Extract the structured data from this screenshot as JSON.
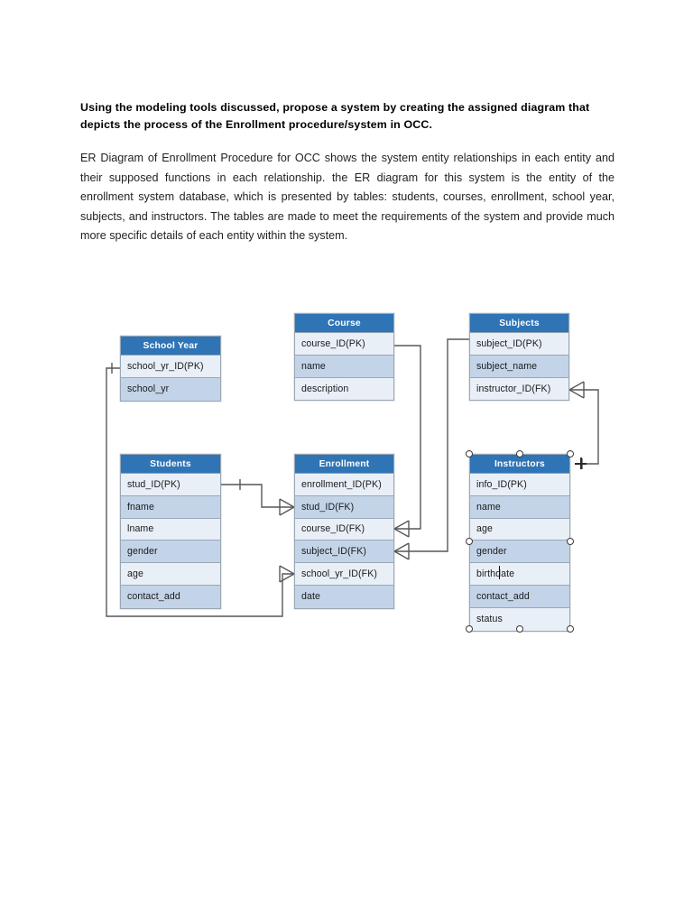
{
  "document": {
    "heading": "Using the modeling tools discussed, propose a system by creating the assigned diagram that depicts the process of the Enrollment procedure/system in OCC.",
    "paragraph": "ER Diagram of Enrollment Procedure for OCC shows the system entity relationships in each entity and their supposed functions in each relationship. the ER diagram for this system is the entity of the enrollment system database, which is presented by tables: students, courses, enrollment, school year, subjects, and instructors. The tables are made to meet the requirements of the system and provide much more specific details of each entity within the system."
  },
  "colors": {
    "header_blue": "#2f74b5",
    "row_light": "#e9eff7",
    "row_medium": "#c3d4e8",
    "border_gray": "#9aa7b4",
    "connector_gray": "#575757",
    "handle_fill": "#ffffff",
    "handle_stroke": "#3a3a3a"
  },
  "diagram": {
    "type": "entity-relationship-diagram",
    "notation": "crow's-foot",
    "entities": [
      {
        "id": "school_year",
        "title": "School Year",
        "attributes": [
          "school_yr_ID(PK)",
          "school_yr"
        ],
        "selected": false
      },
      {
        "id": "course",
        "title": "Course",
        "attributes": [
          "course_ID(PK)",
          "name",
          "description"
        ],
        "selected": false
      },
      {
        "id": "subjects",
        "title": "Subjects",
        "attributes": [
          "subject_ID(PK)",
          "subject_name",
          "instructor_ID(FK)"
        ],
        "selected": false
      },
      {
        "id": "students",
        "title": "Students",
        "attributes": [
          "stud_ID(PK)",
          "fname",
          "lname",
          "gender",
          "age",
          "contact_add"
        ],
        "selected": false
      },
      {
        "id": "enrollment",
        "title": "Enrollment",
        "attributes": [
          "enrollment_ID(PK)",
          "stud_ID(FK)",
          "course_ID(FK)",
          "subject_ID(FK)",
          "school_yr_ID(FK)",
          "date"
        ],
        "selected": false
      },
      {
        "id": "instructors",
        "title": "Instructors",
        "attributes": [
          "info_ID(PK)",
          "name",
          "age",
          "gender",
          "birthdate",
          "contact_add",
          "status"
        ],
        "selected": true
      }
    ],
    "relationships": [
      {
        "from": "school_year.school_yr_ID(PK)",
        "to": "enrollment.school_yr_ID(FK)",
        "from_cardinality": "one",
        "to_cardinality": "many"
      },
      {
        "from": "students.stud_ID(PK)",
        "to": "enrollment.stud_ID(FK)",
        "from_cardinality": "one",
        "to_cardinality": "many"
      },
      {
        "from": "course.course_ID(PK)",
        "to": "enrollment.course_ID(FK)",
        "from_cardinality": "one",
        "to_cardinality": "many"
      },
      {
        "from": "subjects.subject_ID(PK)",
        "to": "enrollment.subject_ID(FK)",
        "from_cardinality": "one",
        "to_cardinality": "many"
      },
      {
        "from": "subjects.instructor_ID(FK)",
        "to": "instructors",
        "from_cardinality": "many",
        "to_cardinality": "one"
      }
    ]
  }
}
